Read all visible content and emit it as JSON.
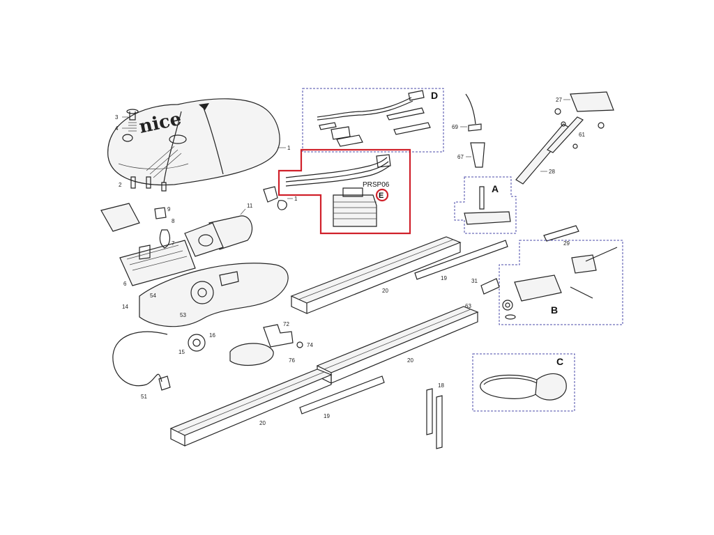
{
  "brand_logo": "nice",
  "group_labels": {
    "A": "A",
    "B": "B",
    "C": "C",
    "D": "D",
    "E": "E"
  },
  "highlight": {
    "part_code": "PRSP06",
    "group": "E",
    "color": "#d0202a"
  },
  "group_box_color": "#4a4aa8",
  "part_numbers": {
    "cover_1": "1",
    "clip_1": "1",
    "knob_2": "2",
    "screw_3": "3",
    "spring_4": "4",
    "board_6": "6",
    "lamp_7": "7",
    "sock_8": "8",
    "part_9": "9",
    "motor_11": "11",
    "base_14": "14",
    "pinion_15": "15",
    "pinion_16": "16",
    "bracket_18": "18",
    "plate_19a": "19",
    "plate_19b": "19",
    "rail_20a": "20",
    "rail_20b": "20",
    "rail_20c": "20",
    "arm_27": "27",
    "arm_28": "28",
    "link_29": "29",
    "wheel_31": "31",
    "cable_51": "51",
    "part_53": "53",
    "screw_54": "54",
    "arm_61": "61",
    "nut_63": "63",
    "handle_67": "67",
    "pin_69": "69",
    "bracket_72": "72",
    "bolt_74": "74",
    "band_76": "76"
  }
}
